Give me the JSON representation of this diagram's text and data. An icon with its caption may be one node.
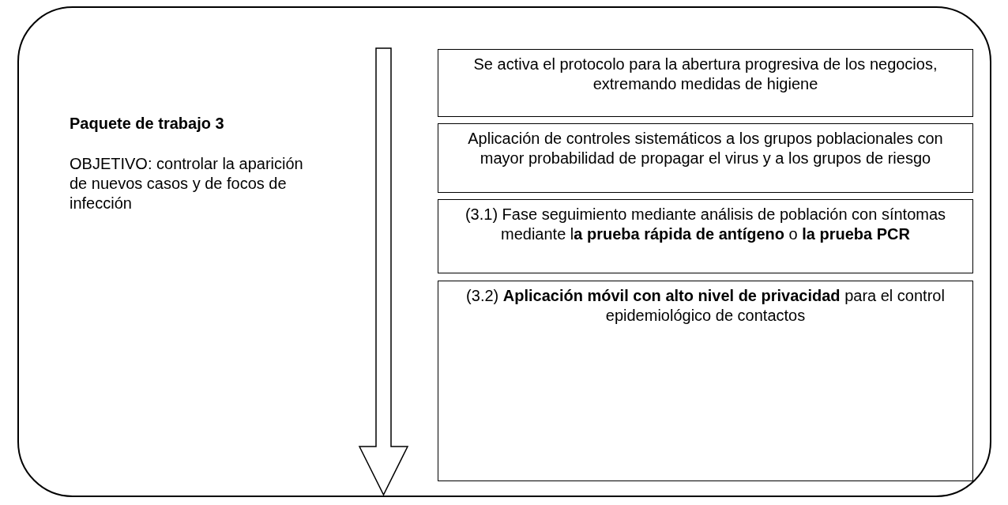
{
  "diagram": {
    "nodes": [
      {
        "text": [
          "Paquete de trabajo 3",
          "OBJETIVO: controlar la aparición de nuevos casos y de focos de infección"
        ]
      },
      {
        "text": [
          "Se activa el protocolo para la abertura progresiva de los negocios, extremando medidas de higiene"
        ],
        "in": 0
      },
      {
        "text": [
          "Aplicación de controles sistemáticos a los grupos poblacionales con mayor probabilidad de propagar el virus y a los grupos de riesgo"
        ],
        "in": 0
      },
      {
        "text": [
          "(3.1) Fase seguimiento mediante análisis de población con síntomas mediante l**a prueba rápida de antígeno** o  **la prueba PCR**"
        ],
        "in": 0
      },
      {
        "text": [
          "(3.2) **Aplicación móvil con alto nivel de privacidad** para el control epidemiológico de contactos"
        ],
        "in": 0
      }
    ]
  }
}
